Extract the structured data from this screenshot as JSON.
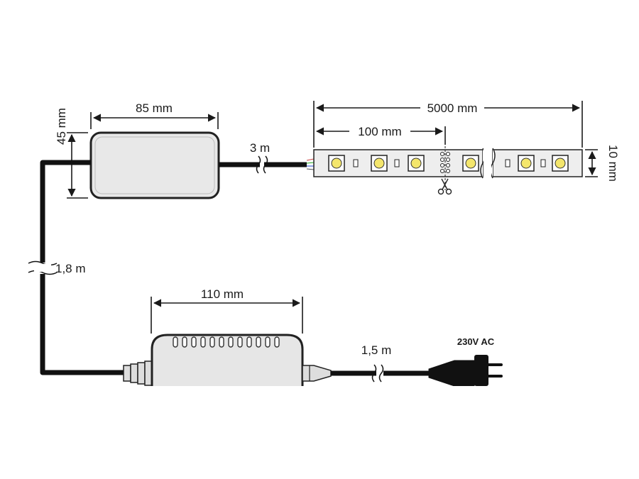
{
  "controller": {
    "width_label": "85 mm",
    "height_label": "45 mm"
  },
  "controller_cable_label": "3 m",
  "strip": {
    "length_label": "5000 mm",
    "segment_label": "100 mm",
    "width_label": "10 mm"
  },
  "power_cable_label": "1,8 m",
  "adapter": {
    "width_label": "110 mm"
  },
  "mains_cable_label": "1,5 m",
  "plug_label": "230V AC",
  "colors": {
    "line": "#1a1a1a",
    "cable": "#111111",
    "box_fill": "#e8e8e8",
    "strip_fill": "#eeeeee",
    "led_yellow": "#f4e66c"
  }
}
